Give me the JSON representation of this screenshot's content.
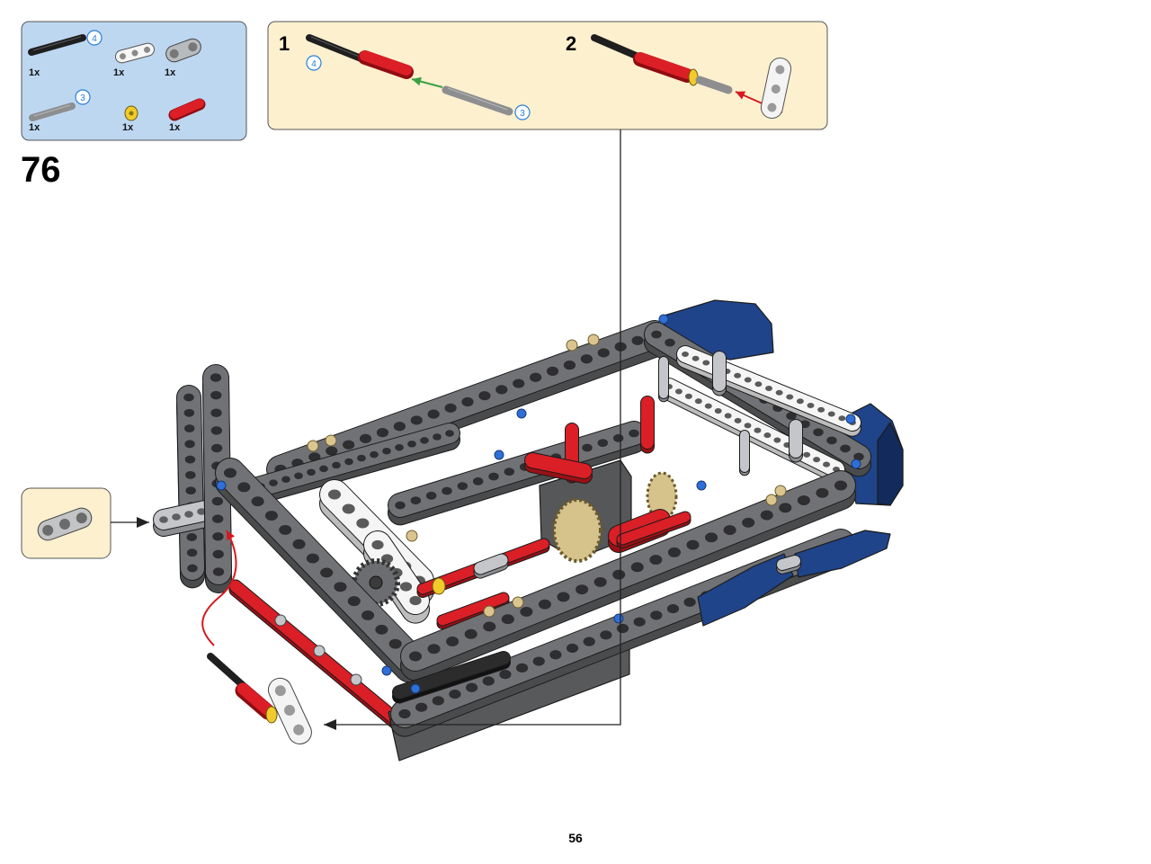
{
  "step_number": "76",
  "page_number": "56",
  "parts_list": {
    "items": [
      {
        "qty": "1x",
        "icon": "black-axle-icon",
        "badge": "4"
      },
      {
        "qty": "1x",
        "icon": "white-liftarm-icon"
      },
      {
        "qty": "1x",
        "icon": "axle-pin-connector-icon"
      },
      {
        "qty": "1x",
        "icon": "gray-axle-icon",
        "badge": "3"
      },
      {
        "qty": "1x",
        "icon": "half-bush-icon"
      },
      {
        "qty": "1x",
        "icon": "axle-connector-icon"
      }
    ]
  },
  "subassembly": {
    "steps": [
      {
        "number": "1",
        "badges": [
          "4",
          "3"
        ]
      },
      {
        "number": "2"
      }
    ]
  },
  "callout": {
    "icon": "light-gray-beam-icon"
  },
  "colors": {
    "parts_list_bg": "#bdd7f1",
    "subassembly_bg": "#fdf0cf",
    "badge": "#2a7fd4",
    "arrow_green": "#3aa142",
    "arrow_red": "#d7191f"
  }
}
